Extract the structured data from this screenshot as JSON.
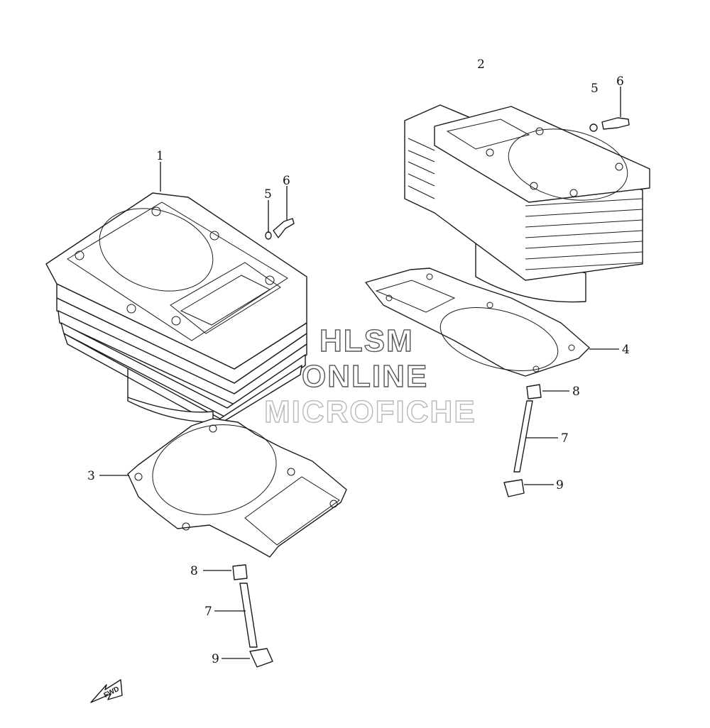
{
  "watermark": {
    "line1": "HLSM",
    "line2": "ONLINE",
    "line3": "MICROFICHE"
  },
  "fwd_label": "FWD",
  "callouts": [
    {
      "id": "c1",
      "label": "1"
    },
    {
      "id": "c2",
      "label": "2"
    },
    {
      "id": "c3",
      "label": "3"
    },
    {
      "id": "c4",
      "label": "4"
    },
    {
      "id": "c5a",
      "label": "5"
    },
    {
      "id": "c6a",
      "label": "6"
    },
    {
      "id": "c5b",
      "label": "5"
    },
    {
      "id": "c6b",
      "label": "6"
    },
    {
      "id": "c7a",
      "label": "7"
    },
    {
      "id": "c8a",
      "label": "8"
    },
    {
      "id": "c9a",
      "label": "9"
    },
    {
      "id": "c7b",
      "label": "7"
    },
    {
      "id": "c8b",
      "label": "8"
    },
    {
      "id": "c9b",
      "label": "9"
    }
  ],
  "colors": {
    "line": "#1a1a1a",
    "watermark_outline": "#555555",
    "watermark_faint": "#b8b8b8",
    "background": "#ffffff"
  }
}
